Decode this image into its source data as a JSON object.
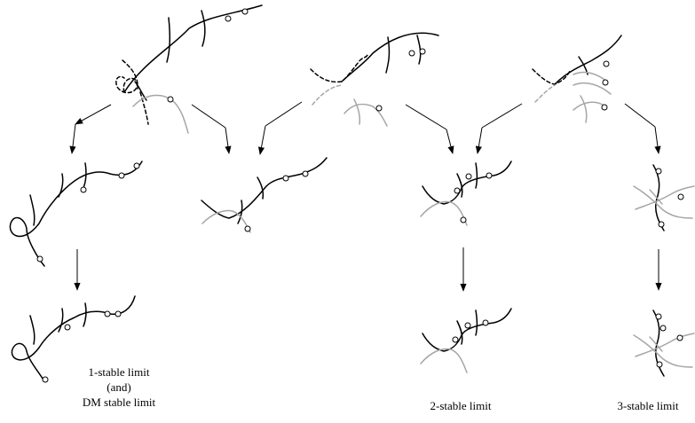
{
  "labels": {
    "limit1_line1": "1-stable limit",
    "limit1_line2": "(and)",
    "limit1_line3": "DM stable limit",
    "limit2": "2-stable limit",
    "limit3": "3-stable limit"
  }
}
